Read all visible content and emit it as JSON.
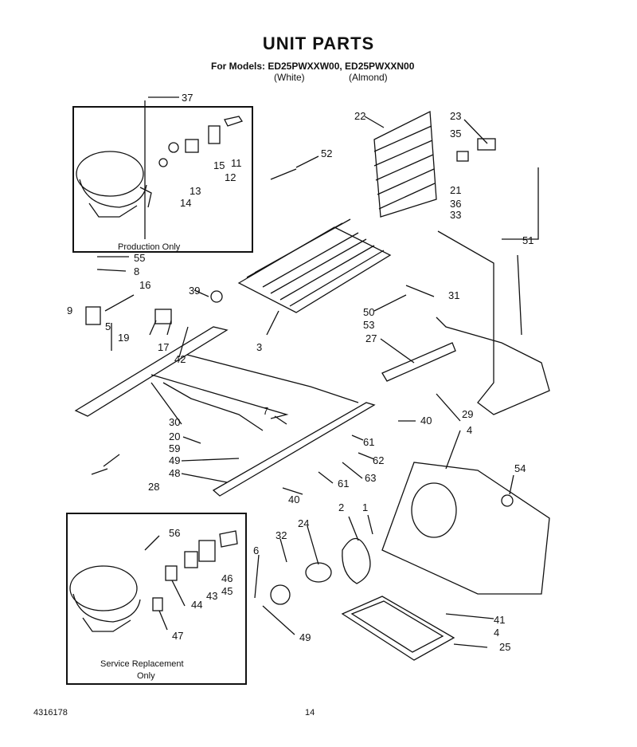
{
  "header": {
    "title": "UNIT PARTS",
    "models": "For Models: ED25PWXXW00, ED25PWXXN00",
    "variant_white": "(White)",
    "variant_almond": "(Almond)"
  },
  "boxes": {
    "production_label": "Production Only",
    "service_label_1": "Service Replacement",
    "service_label_2": "Only"
  },
  "callouts": [
    "37",
    "22",
    "23",
    "35",
    "52",
    "11",
    "12",
    "15",
    "13",
    "14",
    "21",
    "36",
    "33",
    "51",
    "55",
    "8",
    "9",
    "16",
    "39",
    "3",
    "50",
    "53",
    "31",
    "27",
    "19",
    "17",
    "42",
    "5",
    "30",
    "20",
    "59",
    "49",
    "48",
    "28",
    "7",
    "40",
    "61",
    "62",
    "63",
    "29",
    "4",
    "54",
    "56",
    "32",
    "24",
    "2",
    "1",
    "6",
    "46",
    "45",
    "43",
    "44",
    "47",
    "41",
    "25"
  ],
  "footer": {
    "part_number": "4316178",
    "page": "14"
  }
}
